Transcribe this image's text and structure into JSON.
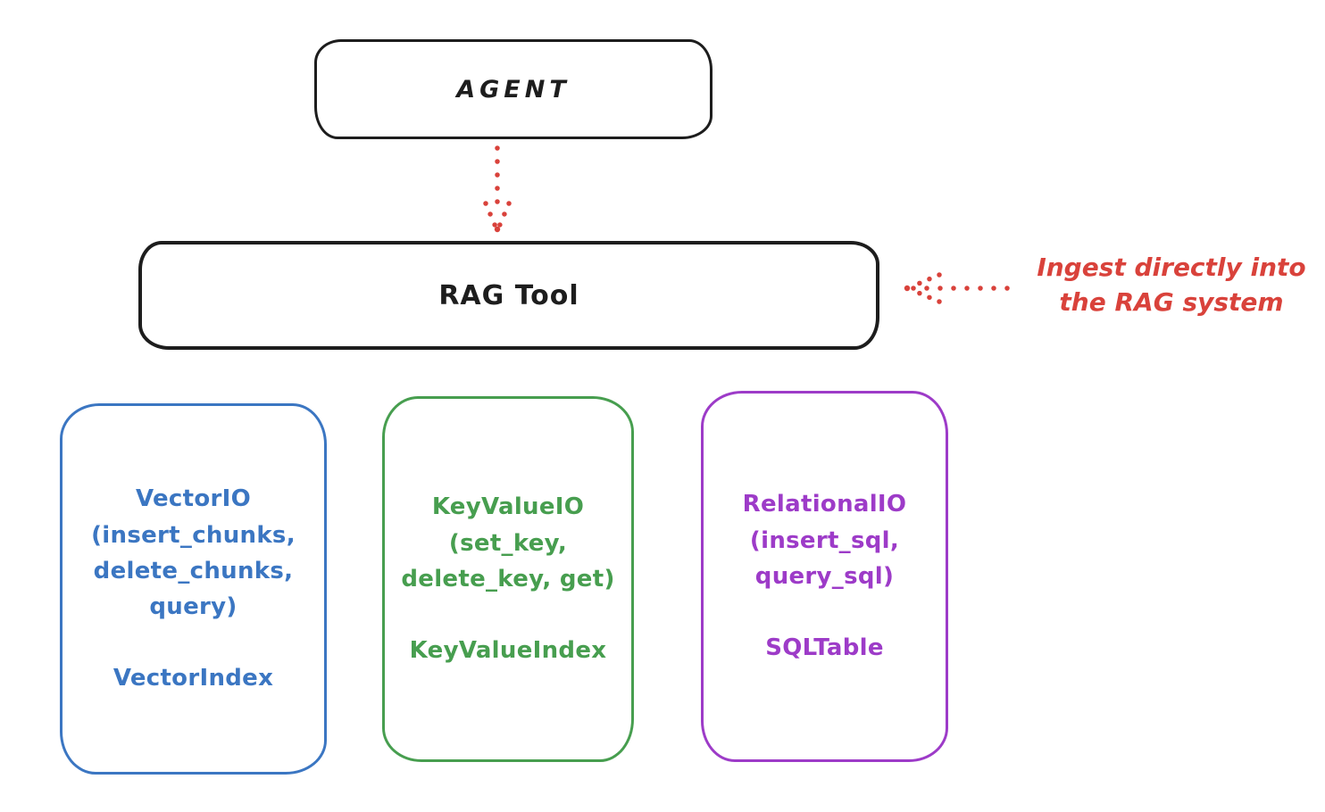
{
  "diagram": {
    "agent": {
      "label": "AGENT"
    },
    "rag_tool": {
      "label": "RAG Tool"
    },
    "annotation": {
      "line1": "Ingest directly into",
      "line2": "the RAG system"
    },
    "backends": [
      {
        "title": "VectorIO",
        "methods": "(insert_chunks, delete_chunks, query)",
        "index_class": "VectorIndex",
        "accent_color": "#3b76c2"
      },
      {
        "title": "KeyValueIO",
        "methods": "(set_key, delete_key, get)",
        "index_class": "KeyValueIndex",
        "accent_color": "#479e4f"
      },
      {
        "title": "RelationalIO",
        "methods": "(insert_sql, query_sql)",
        "index_class": "SQLTable",
        "accent_color": "#9d3bc8"
      }
    ],
    "icons": {
      "down_arrow": "dotted-arrow-down",
      "left_arrow": "dotted-arrow-left"
    },
    "colors": {
      "stroke": "#1d1d1d",
      "accent_red": "#d9423b",
      "blue": "#3b76c2",
      "green": "#479e4f",
      "purple": "#9d3bc8",
      "background": "#ffffff"
    }
  }
}
